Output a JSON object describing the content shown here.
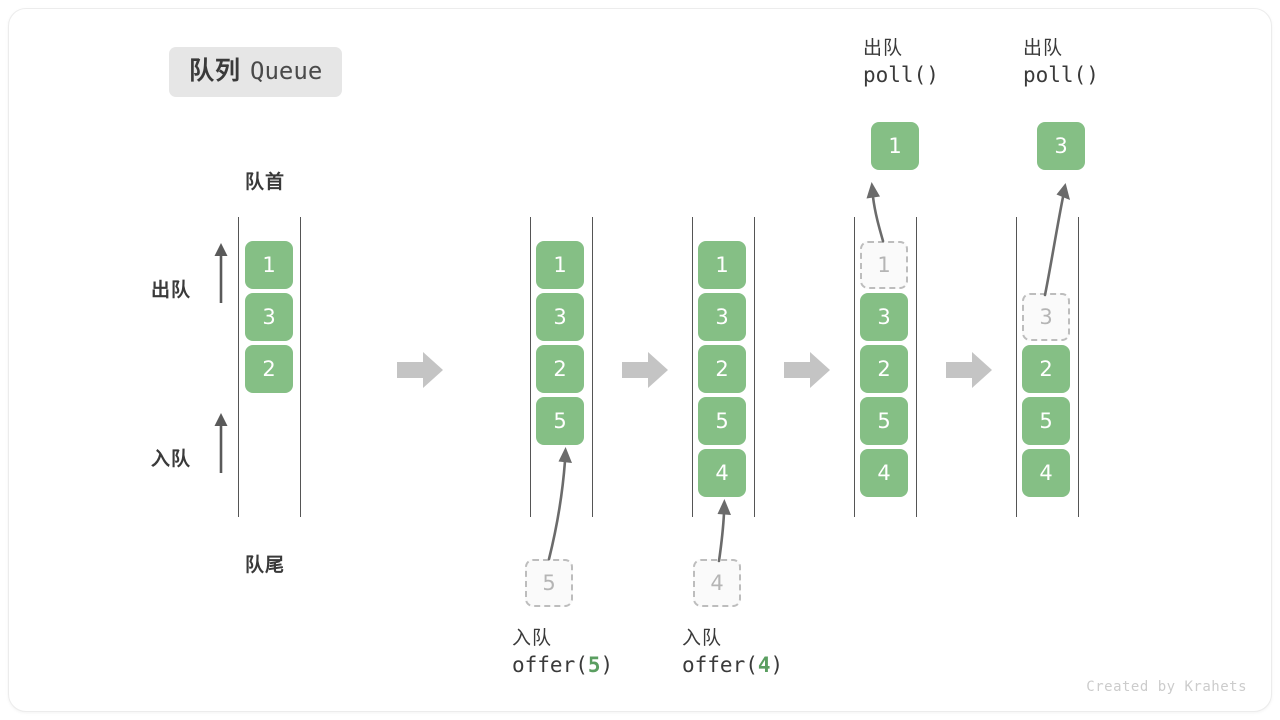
{
  "title": {
    "cn": "队列",
    "en": "Queue"
  },
  "labels": {
    "head": "队首",
    "tail": "队尾",
    "dequeue": "出队",
    "enqueue": "入队"
  },
  "footer": "Created by Krahets",
  "colors": {
    "box_fill": "#85bf85",
    "box_text": "#ffffff",
    "ghost_fill": "#fafafa",
    "ghost_border": "#bdbdbd",
    "ghost_text": "#b5b5b5",
    "rail": "#555555",
    "step_arrow": "#c4c4c4",
    "badge_bg": "#e6e6e6",
    "text": "#3a3a3a",
    "accent": "#5a9e60"
  },
  "columns": [
    {
      "id": "initial",
      "items": [
        "1",
        "3",
        "2"
      ],
      "ghost_index": -1,
      "caption_cn": "",
      "caption_code": "",
      "top_cn": "",
      "top_code": "",
      "popped": ""
    },
    {
      "id": "after-offer-5",
      "items": [
        "1",
        "3",
        "2",
        "5"
      ],
      "ghost_index": -1,
      "caption_cn": "入队",
      "caption_code_prefix": "offer(",
      "caption_code_arg": "5",
      "caption_code_suffix": ")",
      "incoming": "5",
      "top_cn": "",
      "top_code": "",
      "popped": ""
    },
    {
      "id": "after-offer-4",
      "items": [
        "1",
        "3",
        "2",
        "5",
        "4"
      ],
      "ghost_index": -1,
      "caption_cn": "入队",
      "caption_code_prefix": "offer(",
      "caption_code_arg": "4",
      "caption_code_suffix": ")",
      "incoming": "4",
      "top_cn": "",
      "top_code": "",
      "popped": ""
    },
    {
      "id": "after-poll-1",
      "items": [
        "1",
        "3",
        "2",
        "5",
        "4"
      ],
      "ghost_index": 0,
      "caption_cn": "",
      "caption_code": "",
      "top_cn": "出队",
      "top_code": "poll()",
      "popped": "1"
    },
    {
      "id": "after-poll-3",
      "items": [
        "",
        "3",
        "2",
        "5",
        "4"
      ],
      "ghost_index": 1,
      "caption_cn": "",
      "caption_code": "",
      "top_cn": "出队",
      "top_code": "poll()",
      "popped": "3"
    }
  ],
  "step_arrows": [
    "step-1",
    "step-2",
    "step-3",
    "step-4"
  ]
}
